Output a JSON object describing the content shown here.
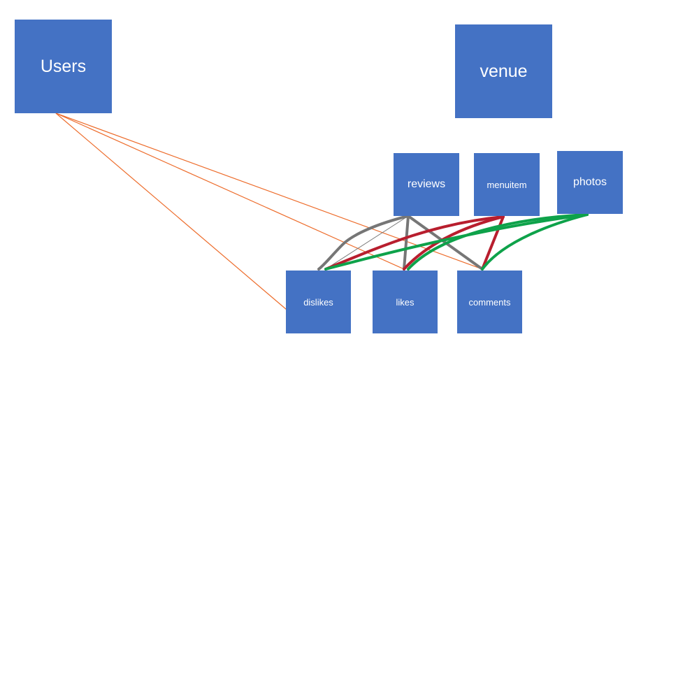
{
  "colors": {
    "node_fill": "#4472C4",
    "node_text": "#FFFFFF",
    "users_link": "#ED6C2B",
    "reviews_link": "#767676",
    "menuitem_link": "#B81E2E",
    "photos_link": "#0EA24A"
  },
  "nodes": {
    "users": {
      "label": "Users"
    },
    "venue": {
      "label": "venue"
    },
    "reviews": {
      "label": "reviews"
    },
    "menuitem": {
      "label": "menuitem"
    },
    "photos": {
      "label": "photos"
    },
    "dislikes": {
      "label": "dislikes"
    },
    "likes": {
      "label": "likes"
    },
    "comments": {
      "label": "comments"
    }
  },
  "edges": [
    {
      "from": "users",
      "to": "dislikes",
      "color": "users_link"
    },
    {
      "from": "users",
      "to": "likes",
      "color": "users_link"
    },
    {
      "from": "users",
      "to": "comments",
      "color": "users_link"
    },
    {
      "from": "reviews",
      "to": "dislikes",
      "color": "reviews_link"
    },
    {
      "from": "reviews",
      "to": "likes",
      "color": "reviews_link"
    },
    {
      "from": "reviews",
      "to": "comments",
      "color": "reviews_link"
    },
    {
      "from": "menuitem",
      "to": "dislikes",
      "color": "menuitem_link"
    },
    {
      "from": "menuitem",
      "to": "likes",
      "color": "menuitem_link"
    },
    {
      "from": "menuitem",
      "to": "comments",
      "color": "menuitem_link"
    },
    {
      "from": "photos",
      "to": "dislikes",
      "color": "photos_link"
    },
    {
      "from": "photos",
      "to": "likes",
      "color": "photos_link"
    },
    {
      "from": "photos",
      "to": "comments",
      "color": "photos_link"
    }
  ]
}
